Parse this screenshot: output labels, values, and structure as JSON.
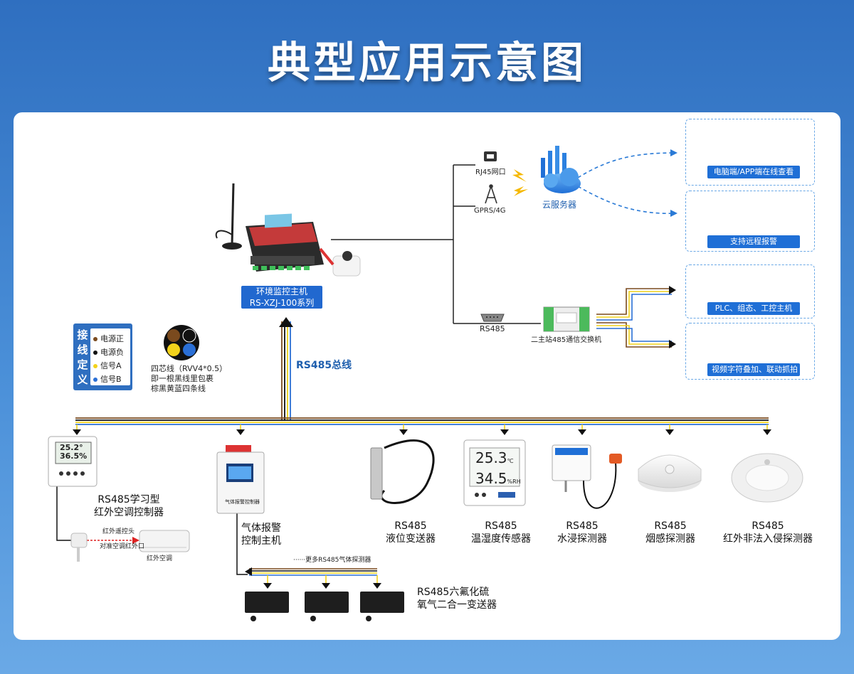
{
  "title": "典型应用示意图",
  "main_host": {
    "line1": "环境监控主机",
    "line2": "RS-XZJ-100系列"
  },
  "bus_label": "RS485总线",
  "network": {
    "rj45": "RJ45网口",
    "gprs": "GPRS/4G",
    "cloud": "云服务器",
    "rs485": "RS485",
    "switcher": "二主站485通信交换机"
  },
  "outputs": {
    "pc_app": "电脑端/APP端在线查看",
    "alarm": "支持远程报警",
    "plc": "PLC、组态、工控主机",
    "video": "视频字符叠加、联动抓拍"
  },
  "legend": {
    "vertical": "接线定义",
    "rows": [
      {
        "label": "电源正",
        "color": "#7a4a1e"
      },
      {
        "label": "电源负",
        "color": "#111111"
      },
      {
        "label": "信号A",
        "color": "#f2d21b"
      },
      {
        "label": "信号B",
        "color": "#2a6fd6"
      }
    ]
  },
  "cable": {
    "line1": "四芯线（RVV4*0.5）",
    "line2": "即一根黑线里包裹",
    "line3": "棕黑黄蓝四条线"
  },
  "devices": {
    "ir_controller": {
      "line1": "RS485学习型",
      "line2": "红外空调控制器"
    },
    "gas_host": {
      "line1": "气体报警",
      "line2": "控制主机"
    },
    "level": {
      "line1": "RS485",
      "line2": "液位变送器"
    },
    "th": {
      "line1": "RS485",
      "line2": "温湿度传感器"
    },
    "water": {
      "line1": "RS485",
      "line2": "水浸探测器"
    },
    "smoke": {
      "line1": "RS485",
      "line2": "烟感探测器"
    },
    "ir_intrusion": {
      "line1": "RS485",
      "line2": "红外非法入侵探测器"
    },
    "sf6": {
      "line1": "RS485六氟化硫",
      "line2": "氧气二合一变送器"
    }
  },
  "th_display": {
    "temp": "25.3",
    "temp_unit": "℃",
    "hum": "34.5",
    "hum_unit": "%RH"
  },
  "ir_display": {
    "top": "25.2°",
    "bottom": "36.5%"
  },
  "ir_annot": {
    "head": "红外遥控头",
    "aim": "对准空调红外口",
    "ac": "红外空调"
  },
  "gas_more": "更多RS485气体探测器",
  "gas_panel_text": "气体报警控制器",
  "ellipsis": "······"
}
